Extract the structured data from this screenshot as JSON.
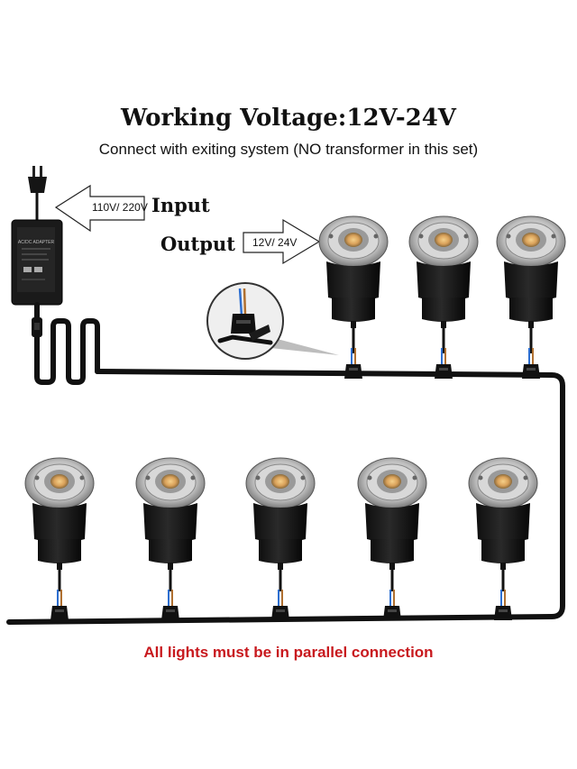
{
  "header": {
    "title": "Working Voltage:12V-24V",
    "subtitle": "Connect with exiting system (NO transformer in this set)"
  },
  "labels": {
    "input": "Input",
    "output": "Output",
    "input_voltage": "110V/ 220V",
    "output_voltage": "12V/ 24V"
  },
  "adapter": {
    "brand_text": "AC/DC ADAPTER"
  },
  "footer": {
    "note": "All lights must be in parallel connection"
  },
  "colors": {
    "cable": "#111111",
    "footer_text": "#c8191e",
    "led": "#d9a15a"
  },
  "lights": {
    "top_row_count": 3,
    "bottom_row_count": 5
  }
}
